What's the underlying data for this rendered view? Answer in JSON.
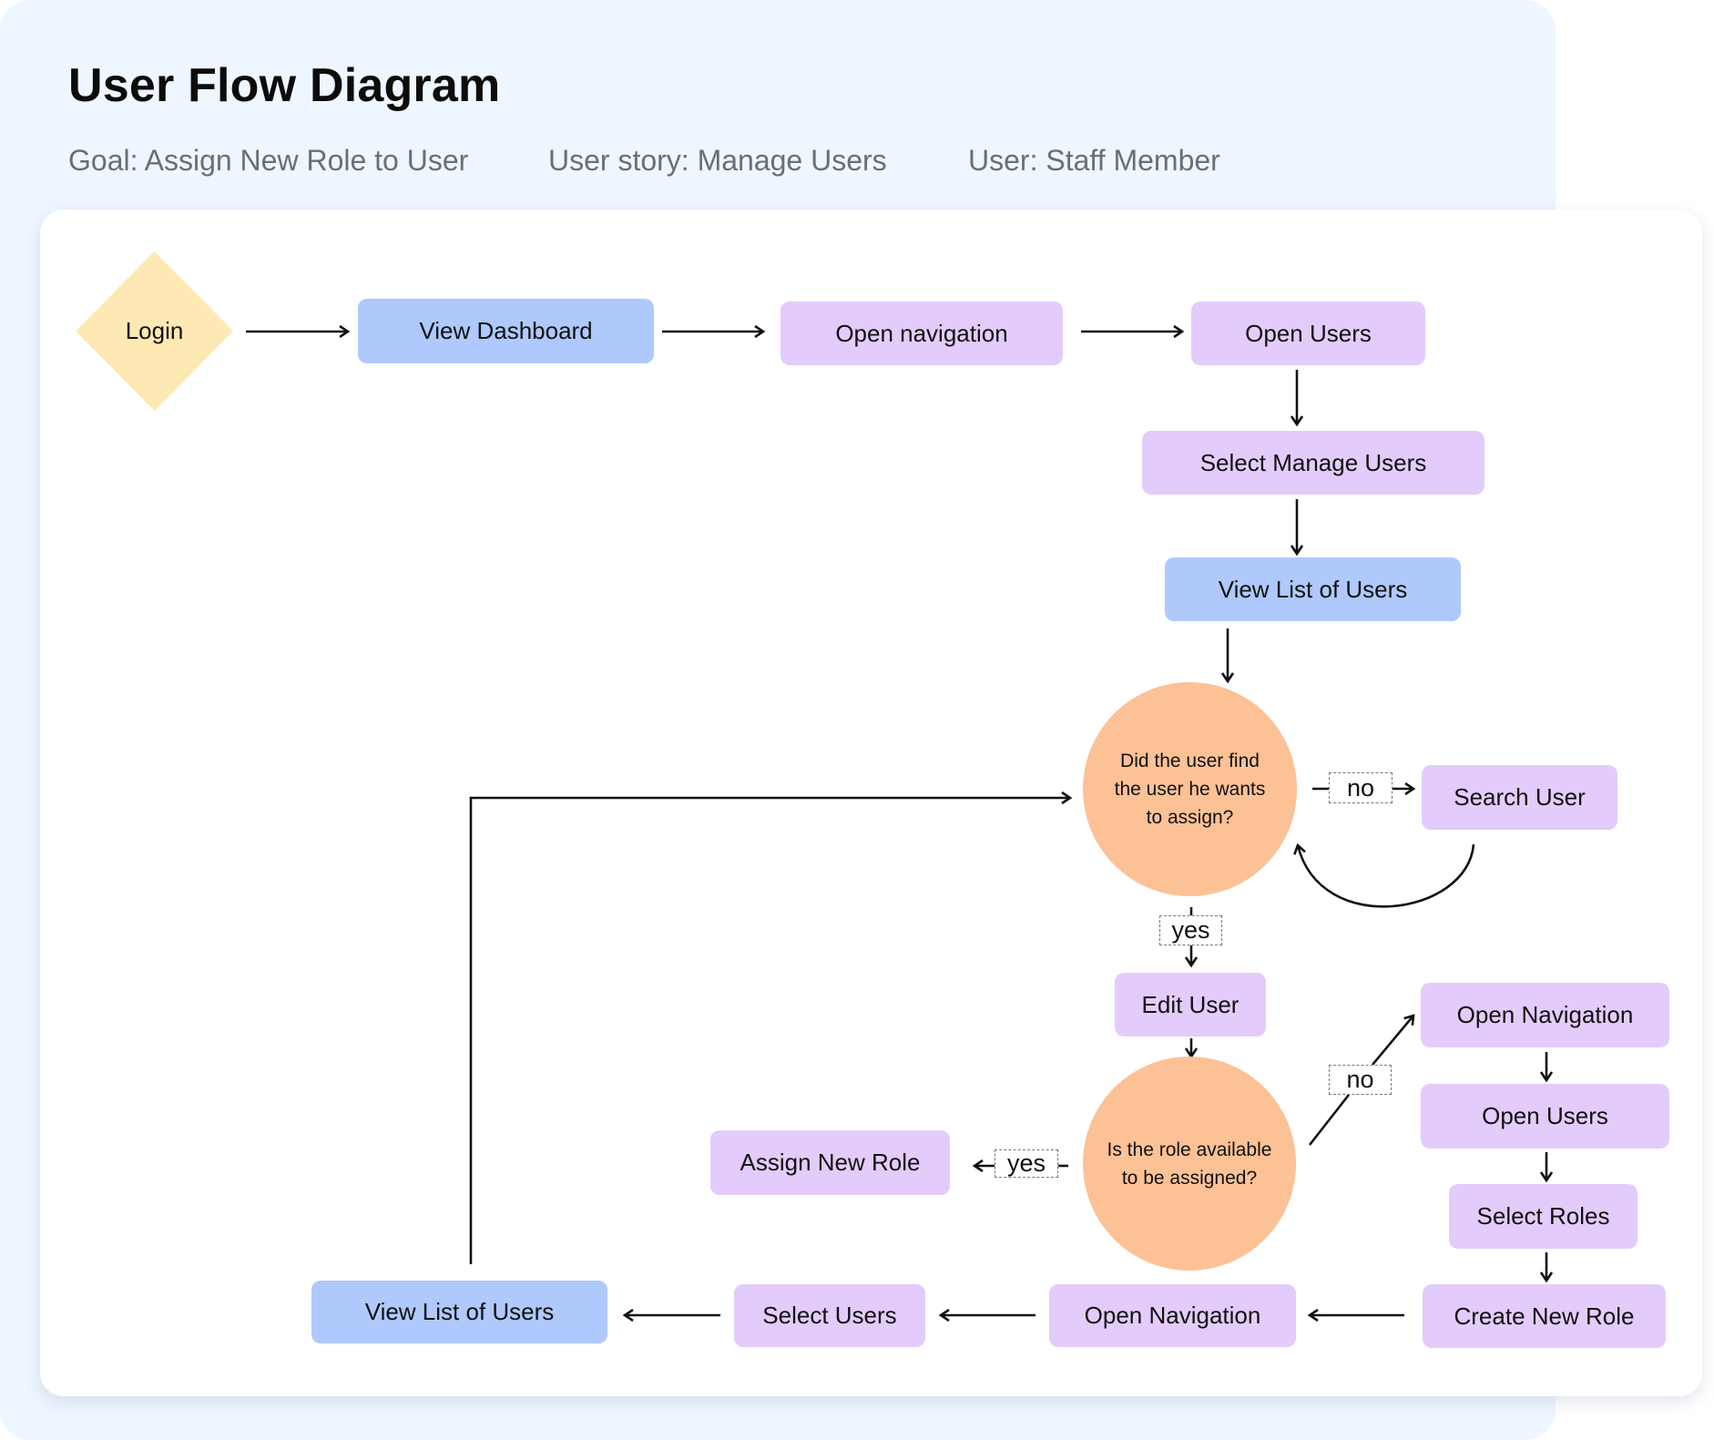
{
  "header": {
    "title": "User Flow Diagram",
    "goal": "Goal: Assign New Role to User",
    "user_story": "User story: Manage Users",
    "user": "User: Staff Member"
  },
  "colors": {
    "background_panel": "#eef6ff",
    "canvas": "#ffffff",
    "start_node": "#fee8b3",
    "screen_node": "#afc9fc",
    "action_node": "#e3ccfb",
    "decision_node": "#fdc196",
    "connector": "#111111"
  },
  "nodes": {
    "login": {
      "label": "Login",
      "type": "start"
    },
    "view_dashboard": {
      "label": "View Dashboard",
      "type": "screen"
    },
    "open_navigation_1": {
      "label": "Open navigation",
      "type": "action"
    },
    "open_users_1": {
      "label": "Open Users",
      "type": "action"
    },
    "select_manage_users": {
      "label": "Select Manage Users",
      "type": "action"
    },
    "view_list_users_1": {
      "label": "View List of Users",
      "type": "screen"
    },
    "decision_find_user": {
      "label": "Did the user find the user he wants to assign?",
      "type": "decision"
    },
    "search_user": {
      "label": "Search User",
      "type": "action"
    },
    "edit_user": {
      "label": "Edit User",
      "type": "action"
    },
    "decision_role_available": {
      "label": "Is the role available to be assigned?",
      "type": "decision"
    },
    "assign_new_role": {
      "label": "Assign New Role",
      "type": "action"
    },
    "open_navigation_2": {
      "label": "Open Navigation",
      "type": "action"
    },
    "open_users_2": {
      "label": "Open Users",
      "type": "action"
    },
    "select_roles": {
      "label": "Select Roles",
      "type": "action"
    },
    "create_new_role": {
      "label": "Create New Role",
      "type": "action"
    },
    "open_navigation_3": {
      "label": "Open Navigation",
      "type": "action"
    },
    "select_users": {
      "label": "Select Users",
      "type": "action"
    },
    "view_list_users_2": {
      "label": "View List of Users",
      "type": "screen"
    }
  },
  "edge_labels": {
    "find_no": "no",
    "find_yes": "yes",
    "role_yes": "yes",
    "role_no": "no"
  },
  "edges": [
    {
      "from": "login",
      "to": "view_dashboard"
    },
    {
      "from": "view_dashboard",
      "to": "open_navigation_1"
    },
    {
      "from": "open_navigation_1",
      "to": "open_users_1"
    },
    {
      "from": "open_users_1",
      "to": "select_manage_users"
    },
    {
      "from": "select_manage_users",
      "to": "view_list_users_1"
    },
    {
      "from": "view_list_users_1",
      "to": "decision_find_user"
    },
    {
      "from": "decision_find_user",
      "to": "search_user",
      "label": "no"
    },
    {
      "from": "search_user",
      "to": "decision_find_user"
    },
    {
      "from": "decision_find_user",
      "to": "edit_user",
      "label": "yes"
    },
    {
      "from": "edit_user",
      "to": "decision_role_available"
    },
    {
      "from": "decision_role_available",
      "to": "assign_new_role",
      "label": "yes"
    },
    {
      "from": "decision_role_available",
      "to": "open_navigation_2",
      "label": "no"
    },
    {
      "from": "open_navigation_2",
      "to": "open_users_2"
    },
    {
      "from": "open_users_2",
      "to": "select_roles"
    },
    {
      "from": "select_roles",
      "to": "create_new_role"
    },
    {
      "from": "create_new_role",
      "to": "open_navigation_3"
    },
    {
      "from": "open_navigation_3",
      "to": "select_users"
    },
    {
      "from": "select_users",
      "to": "view_list_users_2"
    },
    {
      "from": "view_list_users_2",
      "to": "decision_find_user"
    }
  ]
}
